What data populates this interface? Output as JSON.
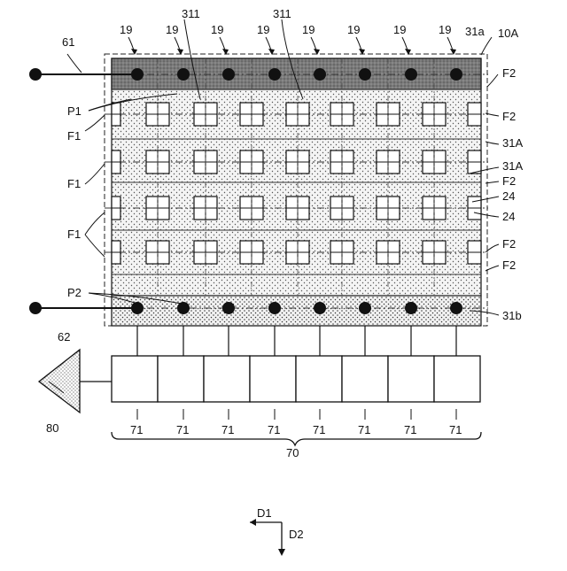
{
  "labels": {
    "row_top": "19",
    "ref_311": "311",
    "ref_31a": "31a",
    "ref_10A": "10A",
    "ref_61": "61",
    "ref_62": "62",
    "ref_F2": "F2",
    "ref_F1": "F1",
    "ref_P1": "P1",
    "ref_P2": "P2",
    "ref_31A": "31A",
    "ref_24": "24",
    "ref_31b": "31b",
    "ref_80": "80",
    "ref_71": "71",
    "ref_70": "70",
    "dir_D1": "D1",
    "dir_D2": "D2"
  }
}
